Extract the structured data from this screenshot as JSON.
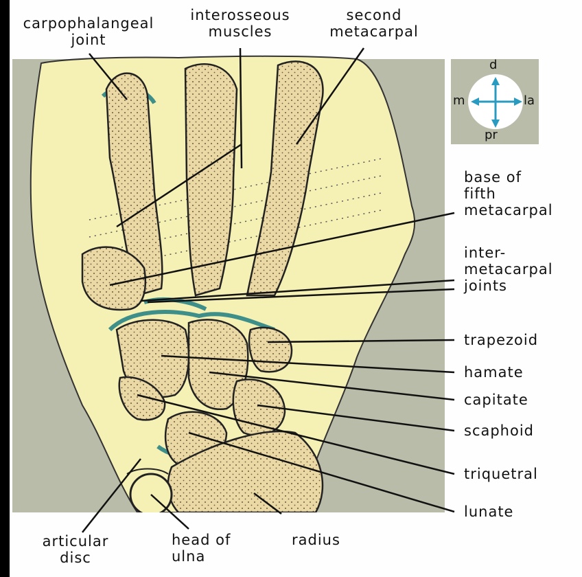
{
  "labels": {
    "carpophalangeal_joint": [
      "carpophalangeal",
      "joint"
    ],
    "interosseous_muscles": [
      "interosseous",
      "muscles"
    ],
    "second_metacarpal": [
      "second",
      "metacarpal"
    ],
    "base_fifth_metacarpal": [
      "base of",
      "fifth",
      "metacarpal"
    ],
    "intermetacarpal_joints": [
      "inter-",
      "metacarpal",
      "joints"
    ],
    "trapezoid": "trapezoid",
    "hamate": "hamate",
    "capitate": "capitate",
    "scaphoid": "scaphoid",
    "triquetral": "triquetral",
    "lunate": "lunate",
    "articular_disc": [
      "articular",
      "disc"
    ],
    "head_of_ulna": [
      "head of",
      "ulna"
    ],
    "radius": "radius"
  },
  "compass": {
    "up": "d",
    "down": "pr",
    "left": "m",
    "right": "la"
  },
  "colors": {
    "background": "#b8bca8",
    "tissue": "#f5f0b4",
    "bone": "#ead9a4",
    "cartilage": "#3e8f8a",
    "outline": "#222222",
    "compass_arrow": "#2a9bc0"
  }
}
